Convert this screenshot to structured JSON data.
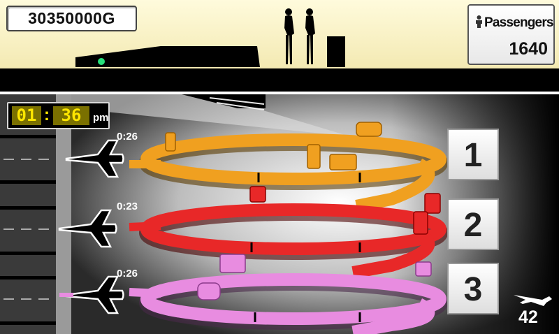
{
  "hud": {
    "money": "30350000G",
    "passengers_label": "Passengers",
    "passengers_count": "1640"
  },
  "clock": {
    "hours": "01",
    "minutes": "36",
    "period": "pm"
  },
  "gates": [
    {
      "timer": "0:26",
      "belt": "1",
      "color": "#f0a020"
    },
    {
      "timer": "0:23",
      "belt": "2",
      "color": "#e82828"
    },
    {
      "timer": "0:26",
      "belt": "3",
      "color": "#e88ce0"
    }
  ],
  "arrivals": {
    "count": "42",
    "icon": "landing-plane-icon"
  },
  "icons": {
    "passengers": "person-icon",
    "plane": "airplane-icon",
    "luggage": "suitcase-icon"
  }
}
